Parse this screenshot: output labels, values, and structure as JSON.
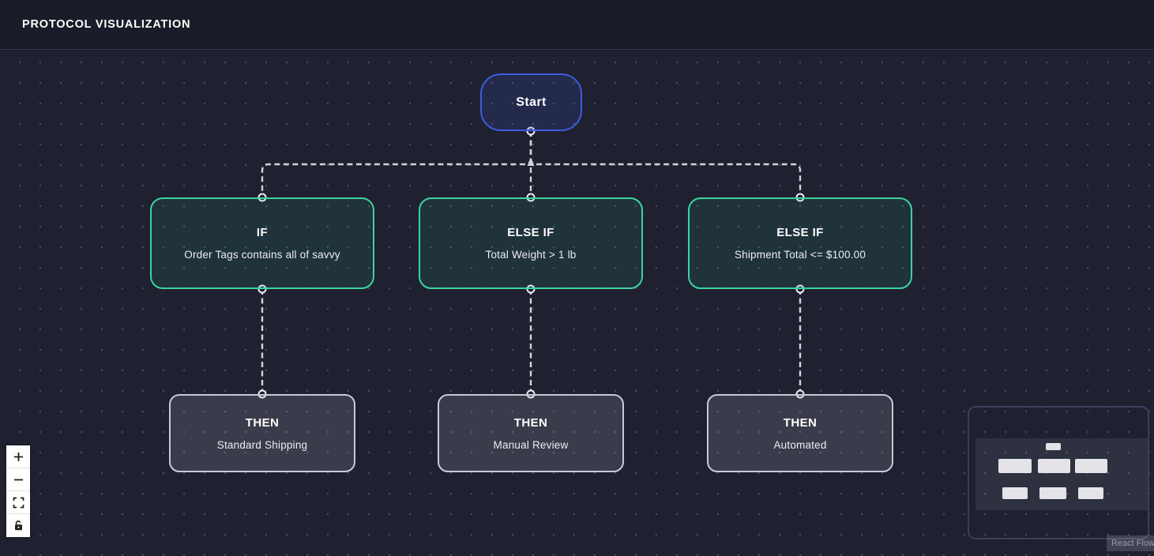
{
  "header": {
    "title": "PROTOCOL VISUALIZATION"
  },
  "flow": {
    "start": {
      "label": "Start"
    },
    "conditions": [
      {
        "title": "IF",
        "subtitle": "Order Tags contains all of savvy"
      },
      {
        "title": "ELSE IF",
        "subtitle": "Total Weight > 1 lb"
      },
      {
        "title": "ELSE IF",
        "subtitle": "Shipment Total <= $100.00"
      }
    ],
    "actions": [
      {
        "title": "THEN",
        "subtitle": "Standard Shipping"
      },
      {
        "title": "THEN",
        "subtitle": "Manual Review"
      },
      {
        "title": "THEN",
        "subtitle": "Automated"
      }
    ]
  },
  "controls": [
    {
      "name": "zoom in"
    },
    {
      "name": "zoom out"
    },
    {
      "name": "fit view"
    },
    {
      "name": "toggle interactivity"
    }
  ],
  "attribution": {
    "label": "React Flow"
  },
  "colors": {
    "canvas_bg": "#1f2130",
    "start_border": "#3e5ce0",
    "condition_border": "#3bd49e",
    "action_border": "#c9cad8",
    "edge": "#d2d3dd"
  }
}
